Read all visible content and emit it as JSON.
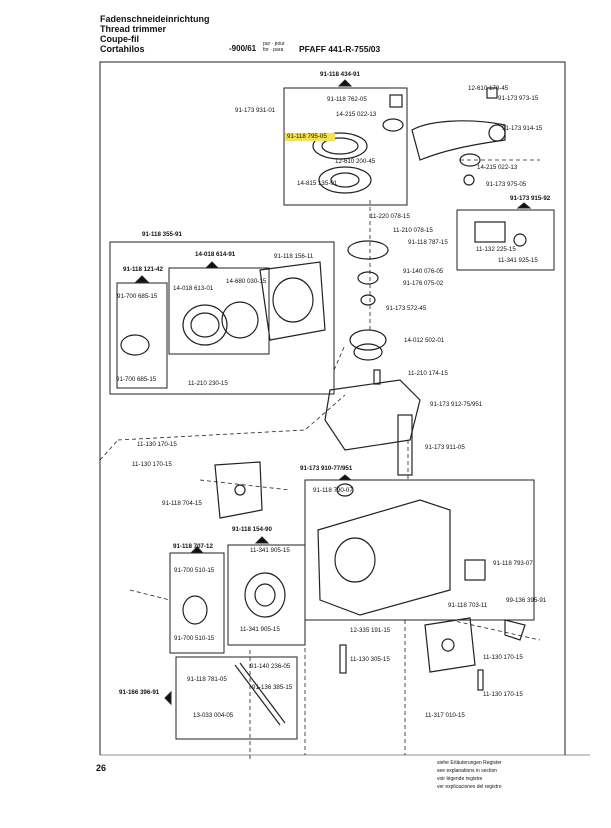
{
  "header": {
    "title_de": "Fadenschneideinrichtung",
    "title_en": "Thread trimmer",
    "title_fr": "Coupe-fil",
    "title_es": "Cortahilos",
    "part_range": "-900/61",
    "for_text": "pur · pour\nfor · para",
    "model": "PFAFF 441-R-755/03"
  },
  "page_number": "26",
  "legend": [
    "siehe Erläuterungen Register",
    "see explanations in section",
    "voir légende registre",
    "ver explicaciones del registro"
  ],
  "part_labels": [
    "91-118 434-91",
    "91-118 762-05",
    "14-215 022-13",
    "91-173 931-01",
    "91-118 795-05",
    "12-610 200-45",
    "14-815 135-01",
    "12-610 170-45",
    "91-173 973-15",
    "91-173 914-15",
    "14-215 022-13",
    "91-173 975-05",
    "91-173 915-92",
    "11-132 225-15",
    "11-341 925-15",
    "11-220 078-15",
    "11-210 078-15",
    "91-118 787-15",
    "91-140 076-05",
    "91-176 075-02",
    "91-173 572-45",
    "14-012 502-01",
    "11-210 174-15",
    "91-173 912-75/951",
    "91-173 911-05",
    "91-118 355-91",
    "91-118 121-42",
    "14-018 614-91",
    "91-118 156-11",
    "91-700 685-15",
    "14-018 613-01",
    "14-680 030-15",
    "91-700 685-15",
    "11-210 230-15",
    "11-130 170-15",
    "11-130 170-15",
    "91-118 704-15",
    "91-173 910-77/951",
    "91-118 790-07",
    "91-118 707-12",
    "91-118 154-90",
    "91-700 510-15",
    "11-341 905-15",
    "11-341 905-15",
    "91-700 510-15",
    "91-118 793-07",
    "12-335 191-15",
    "91-118 703-11",
    "99-136 395-91",
    "11-130 305-15",
    "11-130 170-15",
    "91-166 396-91",
    "91-140 236-05",
    "91-118 781-05",
    "91-136 385-15",
    "11-130 170-15",
    "13-033 004-05",
    "11-317 010-15"
  ]
}
